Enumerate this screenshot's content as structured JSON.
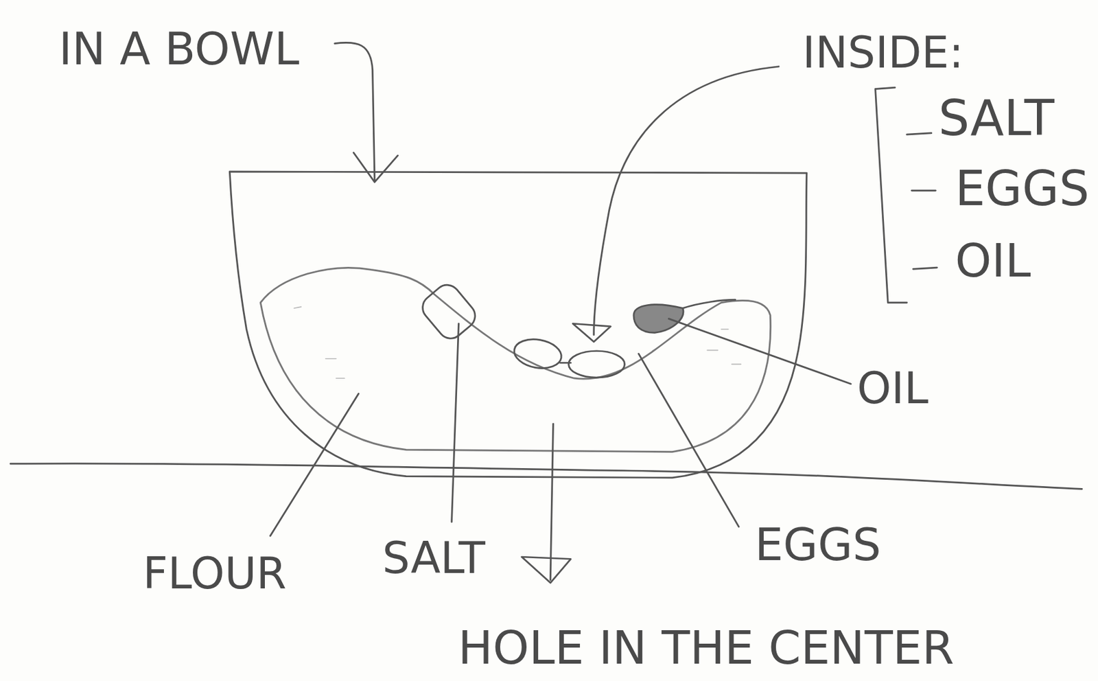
{
  "diagram": {
    "labels": [
      "IN A BOWL",
      "INSIDE:",
      "SALT",
      "EGGS",
      "OIL",
      "OIL",
      "EGGS",
      "SALT",
      "FLOUR",
      "HOLE IN THE CENTER"
    ]
  }
}
